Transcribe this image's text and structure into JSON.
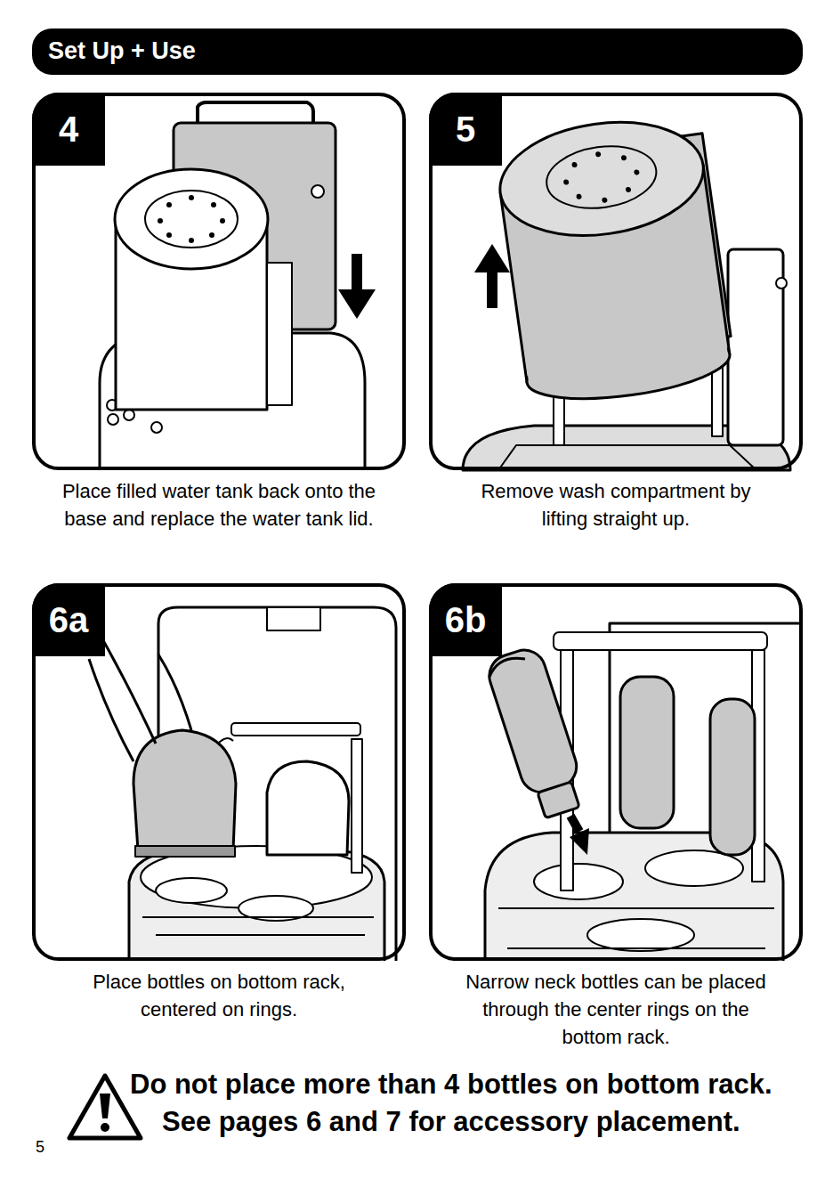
{
  "diagram": {
    "title": "Set Up + Use",
    "nodes": [
      {
        "text": [
          "4",
          "Place filled water tank back onto the base and replace the water tank lid."
        ]
      },
      {
        "text": [
          "5",
          "Remove wash compartment by lifting straight up."
        ]
      },
      {
        "text": [
          "6a",
          "Place bottles on bottom rack, centered on rings."
        ]
      },
      {
        "text": [
          "6b",
          "Narrow neck bottles can be placed through the center rings on the bottom rack."
        ]
      }
    ],
    "edges": [],
    "labels": [
      "Do not place more than 4 bottles on bottom rack.",
      "See pages 6 and 7 for accessory placement.",
      "5"
    ]
  }
}
